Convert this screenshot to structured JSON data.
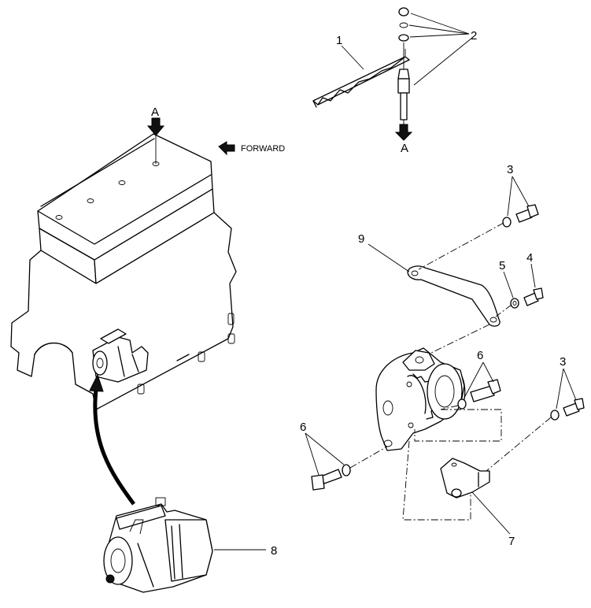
{
  "callouts": {
    "n1": "1",
    "n2": "2",
    "n3a": "3",
    "n3b": "3",
    "n4": "4",
    "n5": "5",
    "n6a": "6",
    "n6b": "6",
    "n7": "7",
    "n8": "8",
    "n9": "9"
  },
  "view_labels": {
    "a_top": "A",
    "a_bottom": "A"
  },
  "direction": {
    "forward": "FORWARD"
  }
}
